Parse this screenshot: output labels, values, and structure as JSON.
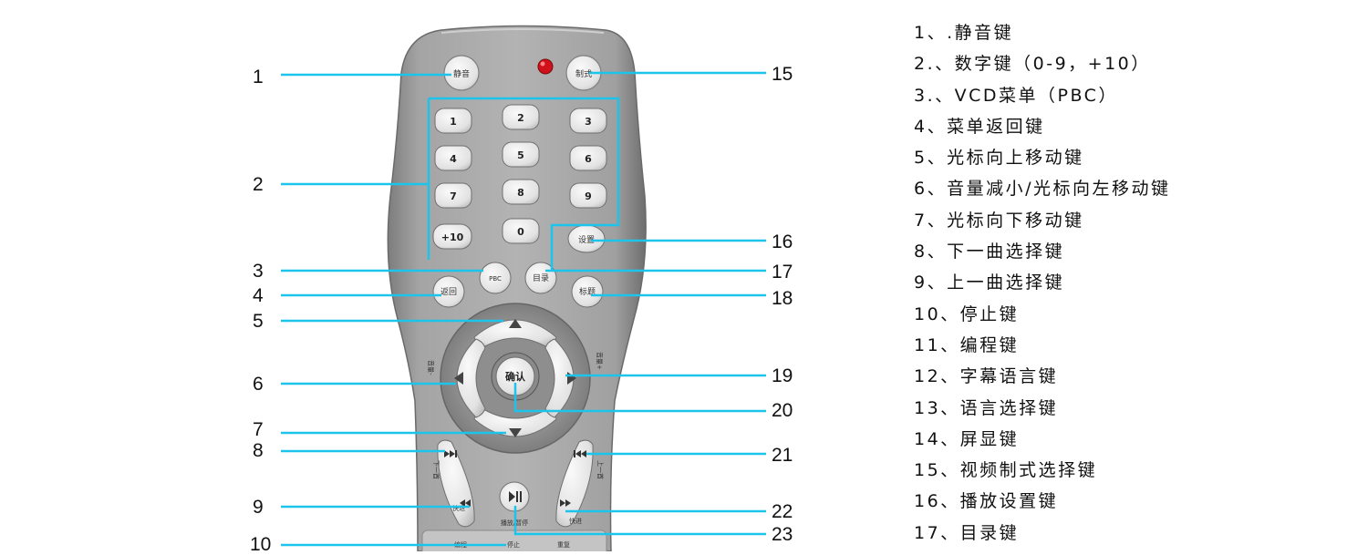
{
  "remote": {
    "buttons": {
      "mute": "静音",
      "system": "制式",
      "d1": "1",
      "d2": "2",
      "d3": "3",
      "d4": "4",
      "d5": "5",
      "d6": "6",
      "d7": "7",
      "d8": "8",
      "d9": "9",
      "plus10": "+10",
      "d0": "0",
      "setup": "设置",
      "pbc": "PBC",
      "menu": "目录",
      "back": "返回",
      "title": "标题",
      "ok": "确认",
      "play_label": "播放/暂停",
      "program": "编程",
      "stop": "停止",
      "repeat": "重复"
    },
    "side_labels": {
      "vol_down": "音量-",
      "vol_up": "音量+",
      "next": "下一首",
      "fast": "快进",
      "prev": "上一首",
      "rewind": "快退"
    }
  },
  "callouts": {
    "n1": "1",
    "n2": "2",
    "n3": "3",
    "n4": "4",
    "n5": "5",
    "n6": "6",
    "n7": "7",
    "n8": "8",
    "n9": "9",
    "n10": "10",
    "n15": "15",
    "n16": "16",
    "n17": "17",
    "n18": "18",
    "n19": "19",
    "n20": "20",
    "n21": "21",
    "n22": "22",
    "n23": "23"
  },
  "legend": [
    "1、.静音键",
    "2.、数字键（0-9，+10）",
    "3.、VCD菜单（PBC）",
    "4、菜单返回键",
    "5、光标向上移动键",
    "6、音量减小/光标向左移动键",
    "7、光标向下移动键",
    "8、下一曲选择键",
    "9、上一曲选择键",
    "10、停止键",
    "11、编程键",
    "12、字幕语言键",
    "13、语言选择键",
    "14、屏显键",
    "15、视频制式选择键",
    "16、播放设置键",
    "17、目录键"
  ],
  "colors": {
    "body": "#9a9a9a",
    "key": "#e6e6e6",
    "leader": "#1cc3ea",
    "led": "#d0101a"
  }
}
